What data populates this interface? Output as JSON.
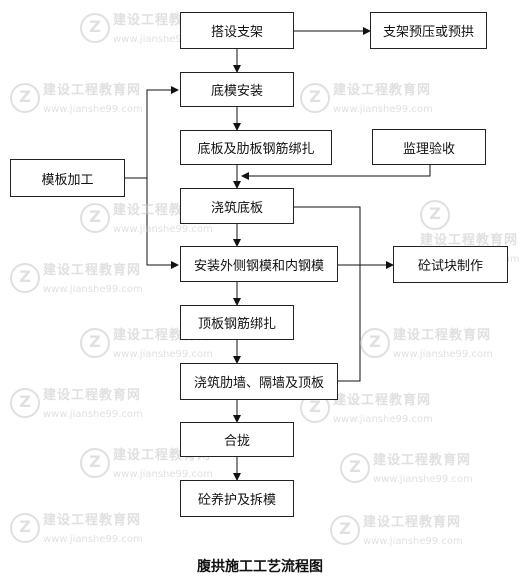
{
  "flowchart": {
    "steps": [
      {
        "id": "setup-support",
        "label": "搭设支架"
      },
      {
        "id": "bottom-formwork",
        "label": "底模安装"
      },
      {
        "id": "rebar-tying",
        "label": "底板及肋板钢筋绑扎"
      },
      {
        "id": "pour-bottom",
        "label": "浇筑底板"
      },
      {
        "id": "install-forms",
        "label": "安装外侧钢模和内钢模"
      },
      {
        "id": "top-rebar",
        "label": "顶板钢筋绑扎"
      },
      {
        "id": "pour-walls",
        "label": "浇筑肋墙、隔墙及顶板"
      },
      {
        "id": "closure",
        "label": "合拢"
      },
      {
        "id": "curing",
        "label": "砼养护及拆模"
      }
    ],
    "side_boxes": {
      "preload": "支架预压或预拱",
      "supervision": "监理验收",
      "formwork_processing": "模板加工",
      "test_block": "砼试块制作"
    },
    "caption": "腹拱施工工艺流程图"
  },
  "watermark": {
    "title": "建设工程教育网",
    "url": "www.jianshe99.com",
    "logo": "Z"
  }
}
